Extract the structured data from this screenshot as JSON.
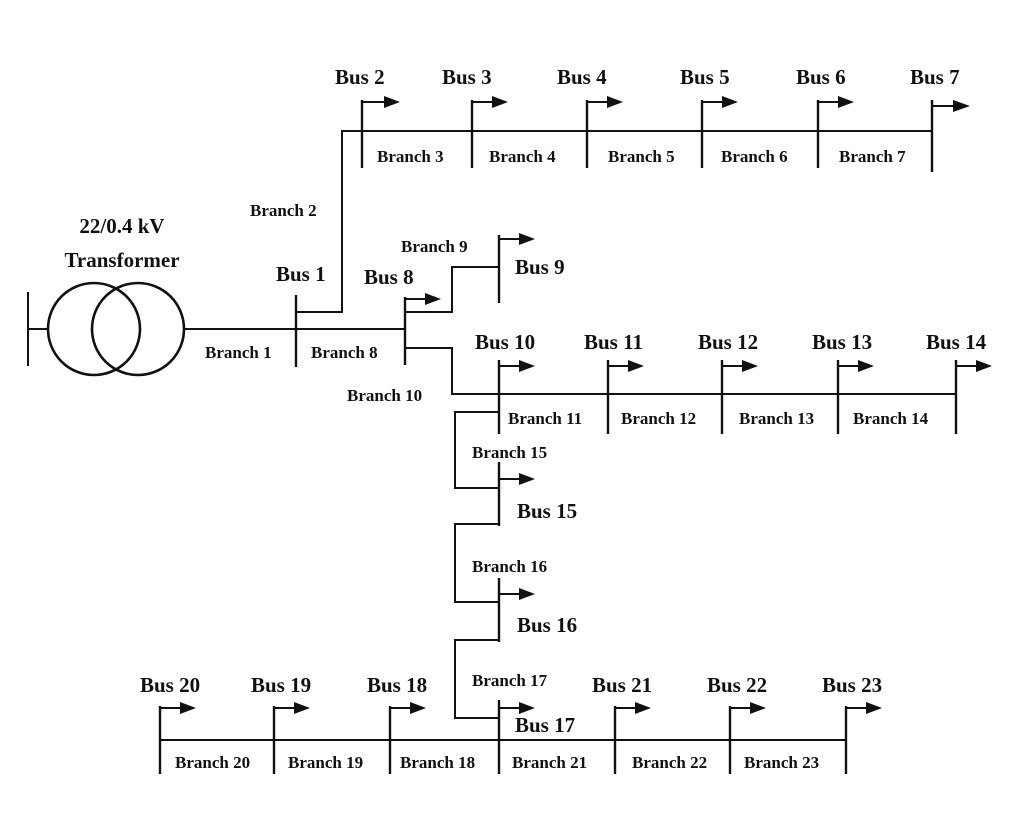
{
  "transformer": {
    "rating": "22/0.4 kV",
    "label": "Transformer"
  },
  "buses": {
    "b1": "Bus 1",
    "b2": "Bus 2",
    "b3": "Bus 3",
    "b4": "Bus 4",
    "b5": "Bus 5",
    "b6": "Bus 6",
    "b7": "Bus 7",
    "b8": "Bus 8",
    "b9": "Bus 9",
    "b10": "Bus 10",
    "b11": "Bus 11",
    "b12": "Bus 12",
    "b13": "Bus 13",
    "b14": "Bus 14",
    "b15": "Bus 15",
    "b16": "Bus 16",
    "b17": "Bus 17",
    "b18": "Bus 18",
    "b19": "Bus 19",
    "b20": "Bus 20",
    "b21": "Bus 21",
    "b22": "Bus 22",
    "b23": "Bus 23"
  },
  "branches": {
    "br1": "Branch 1",
    "br2": "Branch 2",
    "br3": "Branch 3",
    "br4": "Branch 4",
    "br5": "Branch 5",
    "br6": "Branch 6",
    "br7": "Branch 7",
    "br8": "Branch 8",
    "br9": "Branch 9",
    "br10": "Branch 10",
    "br11": "Branch 11",
    "br12": "Branch 12",
    "br13": "Branch 13",
    "br14": "Branch 14",
    "br15": "Branch 15",
    "br16": "Branch 16",
    "br17": "Branch 17",
    "br18": "Branch 18",
    "br19": "Branch 19",
    "br20": "Branch 20",
    "br21": "Branch 21",
    "br22": "Branch 22",
    "br23": "Branch 23"
  }
}
